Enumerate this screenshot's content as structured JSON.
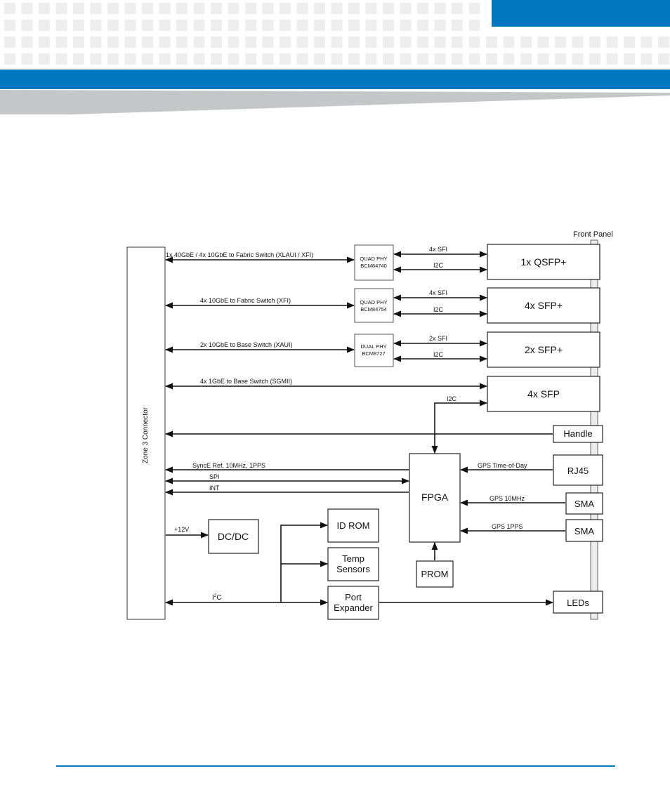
{
  "colors": {
    "brand_blue": "#0077c0",
    "gray_band": "#c4c6c8",
    "tile": "#eeeeee",
    "ink": "#111111"
  },
  "diagram": {
    "front_panel_label": "Front Panel",
    "zone_connector": "Zone 3 Connector",
    "phys": [
      {
        "line1": "QUAD PHY",
        "line2": "BCM84740"
      },
      {
        "line1": "QUAD PHY",
        "line2": "BCM84754"
      },
      {
        "line1": "DUAL PHY",
        "line2": "BCM8727"
      }
    ],
    "ports": [
      "1x QSFP+",
      "4x SFP+",
      "2x SFP+",
      "4x SFP"
    ],
    "front": {
      "handle": "Handle",
      "rj45": "RJ45",
      "sma1": "SMA",
      "sma2": "SMA",
      "leds": "LEDs"
    },
    "blocks": {
      "fpga": "FPGA",
      "prom": "PROM",
      "dcdc": "DC/DC",
      "idrom": "ID ROM",
      "temp1": "Temp",
      "temp2": "Sensors",
      "port1": "Port",
      "port2": "Expander"
    },
    "links": {
      "l1": "1x 40GbE / 4x 10GbE to Fabric Switch (XLAUI / XFI)",
      "l2": "4x 10GbE to Fabric Switch (XFI)",
      "l3": "2x 10GbE to Base Switch (XAUI)",
      "l4": "4x 1GbE to Base Switch (SGMII)",
      "p1a": "4x SFI",
      "p1b": "I2C",
      "p2a": "4x SFI",
      "p2b": "I2C",
      "p3a": "2x SFI",
      "p3b": "I2C",
      "sfp_i2c": "I2C",
      "synce": "SyncE Ref, 10MHz, 1PPS",
      "spi": "SPI",
      "int": "INT",
      "gps_tod": "GPS Time-of-Day",
      "gps_10": "GPS 10MHz",
      "gps_pps": "GPS 1PPS",
      "p12v": "+12V",
      "i2c_main": "I",
      "i2c_sup": "2",
      "i2c_c": "C"
    }
  }
}
